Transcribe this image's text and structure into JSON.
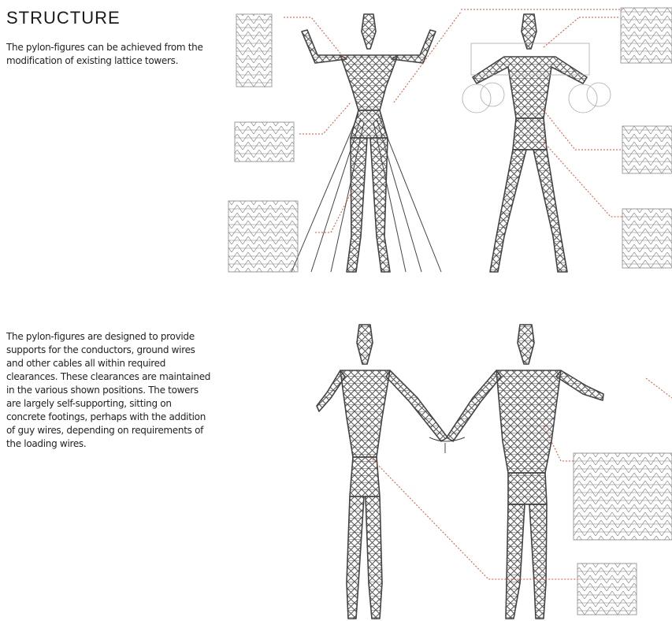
{
  "heading": "STRUCTURE",
  "paragraphs": [
    "The pylon-figures can be achieved from the modification of existing lattice towers.",
    "The pylon-figures are designed to provide supports for the conductors, ground wires and other cables all within required clearances.  These clearances are maintained in the various shown positions.  The towers are largely self-supporting, sitting on concrete footings, perhaps with the addition of guy wires, depending on requirements of the loading wires."
  ],
  "colors": {
    "leader": "#d9533a",
    "lattice": "#555555"
  }
}
